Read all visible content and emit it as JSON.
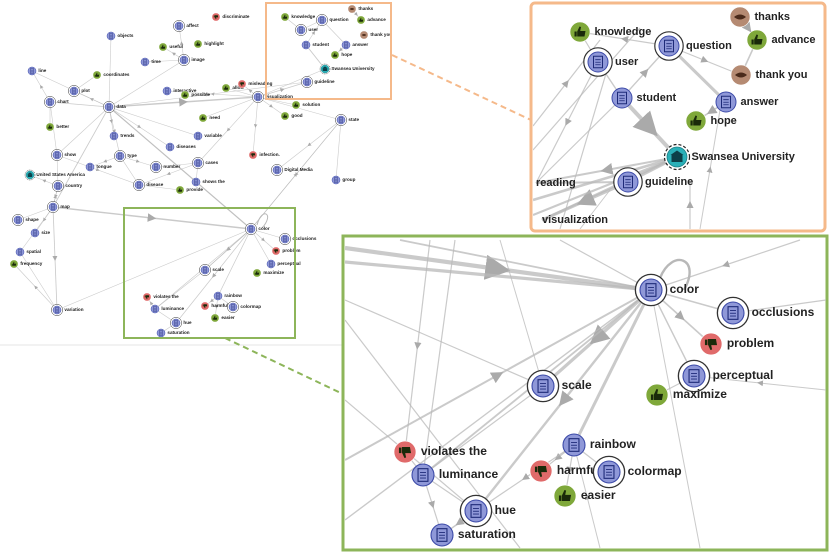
{
  "colors": {
    "doc_fill": "#8f98d8",
    "doc_stroke": "#3c4aa8",
    "pos": "#7fa83a",
    "neg": "#e06a6a",
    "neutral": "#b58a72",
    "place": "#2ab0b8",
    "edge": "#bbbbbb",
    "callout_top": "#f5b98a",
    "callout_bottom": "#8db55a"
  },
  "overview": {
    "nodes": [
      {
        "id": "discriminate",
        "label": "discriminate",
        "type": "neg",
        "ring": false
      },
      {
        "id": "affect",
        "label": "affect",
        "type": "doc",
        "ring": true
      },
      {
        "id": "objects",
        "label": "objects",
        "type": "doc",
        "ring": false
      },
      {
        "id": "useful",
        "label": "useful",
        "type": "pos",
        "ring": false
      },
      {
        "id": "highlight",
        "label": "highlight",
        "type": "pos",
        "ring": false
      },
      {
        "id": "time",
        "label": "time",
        "type": "doc",
        "ring": false
      },
      {
        "id": "image",
        "label": "image",
        "type": "doc",
        "ring": true
      },
      {
        "id": "line",
        "label": "line",
        "type": "doc",
        "ring": false
      },
      {
        "id": "coordinates",
        "label": "coordinates",
        "type": "pos",
        "ring": false
      },
      {
        "id": "plot",
        "label": "plot",
        "type": "doc",
        "ring": true
      },
      {
        "id": "chart",
        "label": "chart",
        "type": "doc",
        "ring": true
      },
      {
        "id": "data",
        "label": "data",
        "type": "doc",
        "ring": true
      },
      {
        "id": "interactive",
        "label": "interactive",
        "type": "doc",
        "ring": false
      },
      {
        "id": "possible",
        "label": "possible",
        "type": "pos",
        "ring": false
      },
      {
        "id": "allow",
        "label": "allow",
        "type": "pos",
        "ring": false
      },
      {
        "id": "misleading",
        "label": "misleading",
        "type": "neg",
        "ring": false
      },
      {
        "id": "visualization",
        "label": "visualization",
        "type": "doc",
        "ring": true
      },
      {
        "id": "solution",
        "label": "solution",
        "type": "pos",
        "ring": false
      },
      {
        "id": "good",
        "label": "good",
        "type": "pos",
        "ring": false
      },
      {
        "id": "better",
        "label": "better",
        "type": "pos",
        "ring": false
      },
      {
        "id": "trends",
        "label": "trends",
        "type": "doc",
        "ring": false
      },
      {
        "id": "need",
        "label": "need",
        "type": "pos",
        "ring": false
      },
      {
        "id": "variable",
        "label": "variable",
        "type": "doc",
        "ring": false
      },
      {
        "id": "state",
        "label": "state",
        "type": "doc",
        "ring": true
      },
      {
        "id": "show",
        "label": "show",
        "type": "doc",
        "ring": true
      },
      {
        "id": "type",
        "label": "type",
        "type": "doc",
        "ring": true
      },
      {
        "id": "diseases",
        "label": "diseases",
        "type": "doc",
        "ring": false
      },
      {
        "id": "tongue",
        "label": "tongue",
        "type": "doc",
        "ring": false
      },
      {
        "id": "cases",
        "label": "cases",
        "type": "doc",
        "ring": true
      },
      {
        "id": "infection",
        "label": "infection.",
        "type": "neg",
        "ring": false
      },
      {
        "id": "united_states",
        "label": "United States America",
        "type": "place",
        "ring": false
      },
      {
        "id": "country",
        "label": "country",
        "type": "doc",
        "ring": true
      },
      {
        "id": "disease",
        "label": "disease",
        "type": "doc",
        "ring": true
      },
      {
        "id": "shows_the",
        "label": "shows the",
        "type": "doc",
        "ring": false
      },
      {
        "id": "number",
        "label": "number",
        "type": "doc",
        "ring": true
      },
      {
        "id": "digital_media",
        "label": "Digital Media",
        "type": "doc",
        "ring": true
      },
      {
        "id": "provide",
        "label": "provide",
        "type": "pos",
        "ring": false
      },
      {
        "id": "group",
        "label": "group",
        "type": "doc",
        "ring": false
      },
      {
        "id": "map",
        "label": "map",
        "type": "doc",
        "ring": true
      },
      {
        "id": "shape",
        "label": "shape",
        "type": "doc",
        "ring": true
      },
      {
        "id": "size",
        "label": "size",
        "type": "doc",
        "ring": false
      },
      {
        "id": "spatial",
        "label": "spatial",
        "type": "doc",
        "ring": false
      },
      {
        "id": "frequency",
        "label": "frequency",
        "type": "pos",
        "ring": false
      },
      {
        "id": "variation",
        "label": "variation",
        "type": "doc",
        "ring": true
      },
      {
        "id": "o_color",
        "label": "color",
        "type": "doc",
        "ring": true
      },
      {
        "id": "o_occlusions",
        "label": "occlusions",
        "type": "doc",
        "ring": true
      },
      {
        "id": "o_problem",
        "label": "problem",
        "type": "neg",
        "ring": false
      },
      {
        "id": "o_perceptual",
        "label": "perceptual",
        "type": "doc",
        "ring": false
      },
      {
        "id": "o_maximize",
        "label": "maximize",
        "type": "pos",
        "ring": false
      },
      {
        "id": "o_scale",
        "label": "scale",
        "type": "doc",
        "ring": true
      },
      {
        "id": "o_violates",
        "label": "violates the",
        "type": "neg",
        "ring": false
      },
      {
        "id": "o_rainbow",
        "label": "rainbow",
        "type": "doc",
        "ring": false
      },
      {
        "id": "o_luminance",
        "label": "luminance",
        "type": "doc",
        "ring": false
      },
      {
        "id": "o_harmful",
        "label": "harmful",
        "type": "neg",
        "ring": false
      },
      {
        "id": "o_colormap",
        "label": "colormap",
        "type": "doc",
        "ring": true
      },
      {
        "id": "o_easier",
        "label": "easier",
        "type": "pos",
        "ring": false
      },
      {
        "id": "o_hue",
        "label": "hue",
        "type": "doc",
        "ring": true
      },
      {
        "id": "o_saturation",
        "label": "saturation",
        "type": "doc",
        "ring": false
      },
      {
        "id": "o_knowledge",
        "label": "knowledge",
        "type": "pos",
        "ring": false
      },
      {
        "id": "o_question",
        "label": "question",
        "type": "doc",
        "ring": true
      },
      {
        "id": "o_thanks",
        "label": "thanks",
        "type": "neutral",
        "ring": false
      },
      {
        "id": "o_advance",
        "label": "advance",
        "type": "pos",
        "ring": false
      },
      {
        "id": "o_user",
        "label": "user",
        "type": "doc",
        "ring": true
      },
      {
        "id": "o_thankyou",
        "label": "thank you",
        "type": "neutral",
        "ring": false
      },
      {
        "id": "o_student",
        "label": "student",
        "type": "doc",
        "ring": false
      },
      {
        "id": "o_answer",
        "label": "answer",
        "type": "doc",
        "ring": false
      },
      {
        "id": "o_hope",
        "label": "hope",
        "type": "pos",
        "ring": false
      },
      {
        "id": "o_swansea",
        "label": "Swansea University",
        "type": "place",
        "ring": false
      },
      {
        "id": "o_guideline",
        "label": "guideline",
        "type": "doc",
        "ring": true
      }
    ]
  },
  "zoom_top": {
    "nodes": [
      {
        "id": "knowledge",
        "label": "knowledge",
        "type": "pos",
        "ring": false
      },
      {
        "id": "question",
        "label": "question",
        "type": "doc",
        "ring": true
      },
      {
        "id": "thanks",
        "label": "thanks",
        "type": "neutral",
        "ring": false
      },
      {
        "id": "advance",
        "label": "advance",
        "type": "pos",
        "ring": false
      },
      {
        "id": "user",
        "label": "user",
        "type": "doc",
        "ring": true
      },
      {
        "id": "thankyou",
        "label": "thank you",
        "type": "neutral",
        "ring": false
      },
      {
        "id": "student",
        "label": "student",
        "type": "doc",
        "ring": false
      },
      {
        "id": "answer",
        "label": "answer",
        "type": "doc",
        "ring": false
      },
      {
        "id": "hope",
        "label": "hope",
        "type": "pos",
        "ring": false
      },
      {
        "id": "swansea",
        "label": "Swansea University",
        "type": "place",
        "ring": false
      },
      {
        "id": "guideline",
        "label": "guideline",
        "type": "doc",
        "ring": true
      },
      {
        "id": "reading",
        "label": "reading",
        "type": "none",
        "ring": false
      },
      {
        "id": "visualization",
        "label": "visualization",
        "type": "none",
        "ring": false
      }
    ]
  },
  "zoom_bottom": {
    "nodes": [
      {
        "id": "color",
        "label": "color",
        "type": "doc",
        "ring": true
      },
      {
        "id": "occlusions",
        "label": "occlusions",
        "type": "doc",
        "ring": true
      },
      {
        "id": "problem",
        "label": "problem",
        "type": "neg",
        "ring": false
      },
      {
        "id": "perceptual",
        "label": "perceptual",
        "type": "doc",
        "ring": true
      },
      {
        "id": "maximize",
        "label": "maximize",
        "type": "pos",
        "ring": false
      },
      {
        "id": "scale",
        "label": "scale",
        "type": "doc",
        "ring": true
      },
      {
        "id": "violates",
        "label": "violates the",
        "type": "neg",
        "ring": false
      },
      {
        "id": "rainbow",
        "label": "rainbow",
        "type": "doc",
        "ring": false
      },
      {
        "id": "harmful",
        "label": "harmful",
        "type": "neg",
        "ring": false
      },
      {
        "id": "colormap",
        "label": "colormap",
        "type": "doc",
        "ring": true
      },
      {
        "id": "luminance",
        "label": "luminance",
        "type": "doc",
        "ring": false
      },
      {
        "id": "easier",
        "label": "easier",
        "type": "pos",
        "ring": false
      },
      {
        "id": "hue",
        "label": "hue",
        "type": "doc",
        "ring": true
      },
      {
        "id": "saturation",
        "label": "saturation",
        "type": "doc",
        "ring": false
      }
    ]
  }
}
